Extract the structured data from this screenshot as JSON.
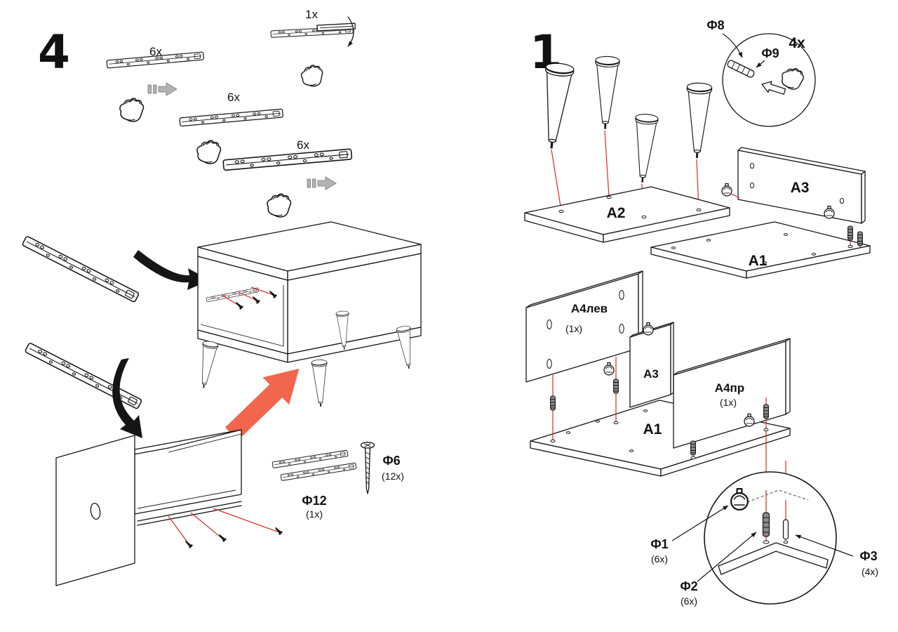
{
  "doc": {
    "kind": "furniture-assembly-instruction-sheet"
  },
  "left": {
    "step": "4",
    "qty_detail": "1x",
    "qty_rail_top": "6x",
    "qty_rail_mid": "6x",
    "qty_rail_bottom": "6x",
    "f12_label": "Ф12",
    "f12_qty": "(1x)",
    "f6_label": "Ф6",
    "f6_qty": "(12x)"
  },
  "right": {
    "step": "1",
    "f8_label": "Ф8",
    "f9_label": "Ф9",
    "legs_qty": "4x",
    "a2_label": "A2",
    "a3_top_label": "A3",
    "a1_top_label": "A1",
    "a4_left_label": "A4лев",
    "a4_left_qty": "(1x)",
    "a3_mid_label": "A3",
    "a4_right_label": "A4пр",
    "a4_right_qty": "(1x)",
    "a1_bottom_label": "A1",
    "f1_label": "Ф1",
    "f1_qty": "(6x)",
    "f2_label": "Ф2",
    "f2_qty": "(6x)",
    "f3_label": "Ф3",
    "f3_qty": "(4x)"
  },
  "colors": {
    "ink": "#151515",
    "red_line": "#d92b1f",
    "salmon_arrow": "#f2664d",
    "gray_arrow": "#b3b3b3"
  }
}
